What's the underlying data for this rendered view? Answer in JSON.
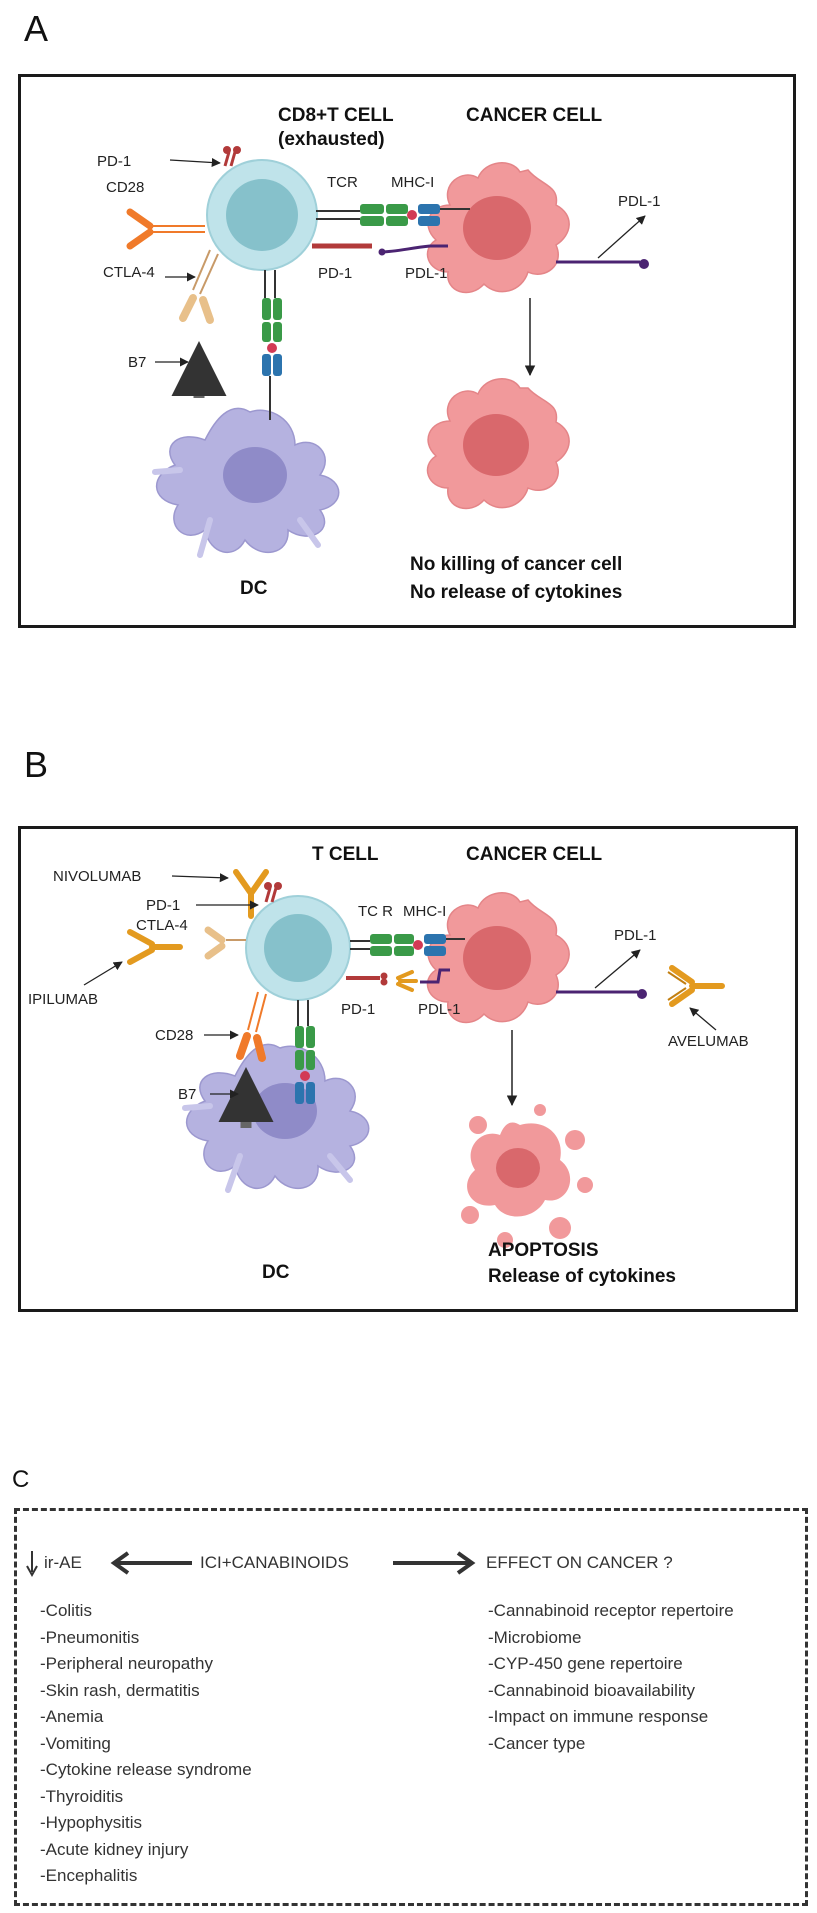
{
  "panel_a": {
    "letter": "A",
    "tcell_title_1": "CD8+T CELL",
    "tcell_title_2": "(exhausted)",
    "cancer_title": "CANCER CELL",
    "labels": {
      "pd1_top": "PD-1",
      "cd28": "CD28",
      "ctla4": "CTLA-4",
      "b7": "B7",
      "tcr": "TCR",
      "mhc": "MHC-I",
      "pd1_mid": "PD-1",
      "pdl1_mid": "PDL-1",
      "pdl1_right": "PDL-1",
      "dc": "DC"
    },
    "caption_1": "No killing of cancer cell",
    "caption_2": "No release of cytokines"
  },
  "panel_b": {
    "letter": "B",
    "tcell_title": "T CELL",
    "cancer_title": "CANCER CELL",
    "labels": {
      "nivolumab": "NIVOLUMAB",
      "pd1_top": "PD-1",
      "ctla4": "CTLA-4",
      "ipilumab": "IPILUMAB",
      "cd28": "CD28",
      "b7": "B7",
      "tcr": "TC R",
      "mhc": "MHC-I",
      "pd1_mid": "PD-1",
      "pdl1_mid": "PDL-1",
      "pdl1_right": "PDL-1",
      "avelumab": "AVELUMAB",
      "dc": "DC"
    },
    "caption_1": "APOPTOSIS",
    "caption_2": "Release of cytokines"
  },
  "panel_c": {
    "letter": "C",
    "left_heading": "ir-AE",
    "center_heading": "ICI+CANABINOIDS",
    "right_heading": "EFFECT ON CANCER  ?",
    "left_items": [
      "-Colitis",
      "-Pneumonitis",
      "-Peripheral neuropathy",
      "-Skin rash, dermatitis",
      "-Anemia",
      "-Vomiting",
      "-Cytokine release syndrome",
      "-Thyroiditis",
      "-Hypophysitis",
      "-Acute kidney injury",
      "-Encephalitis"
    ],
    "right_items": [
      "-Cannabinoid receptor repertoire",
      "-Microbiome",
      "-CYP-450 gene repertoire",
      "-Cannabinoid bioavailability",
      "-Impact on immune response",
      "-Cancer  type"
    ]
  },
  "colors": {
    "tcell_fill": "#bfe3ea",
    "tcell_nucleus": "#86c1cb",
    "cancer_fill": "#f1999b",
    "cancer_nucleus": "#d9686c",
    "dc_fill": "#b5b2e0",
    "dc_nucleus": "#8f8bc8",
    "tcr_green": "#3a9a48",
    "mhc_blue": "#2c74ae",
    "pd1_red": "#b23a3a",
    "pdl1_purple": "#4b2472",
    "antibody_orange": "#e39a1f",
    "cd28_orange": "#f07a2a",
    "ctla4_tan": "#e8c08a"
  },
  "icons": [
    "down-arrow-icon",
    "left-arrow-icon",
    "right-arrow-icon"
  ]
}
